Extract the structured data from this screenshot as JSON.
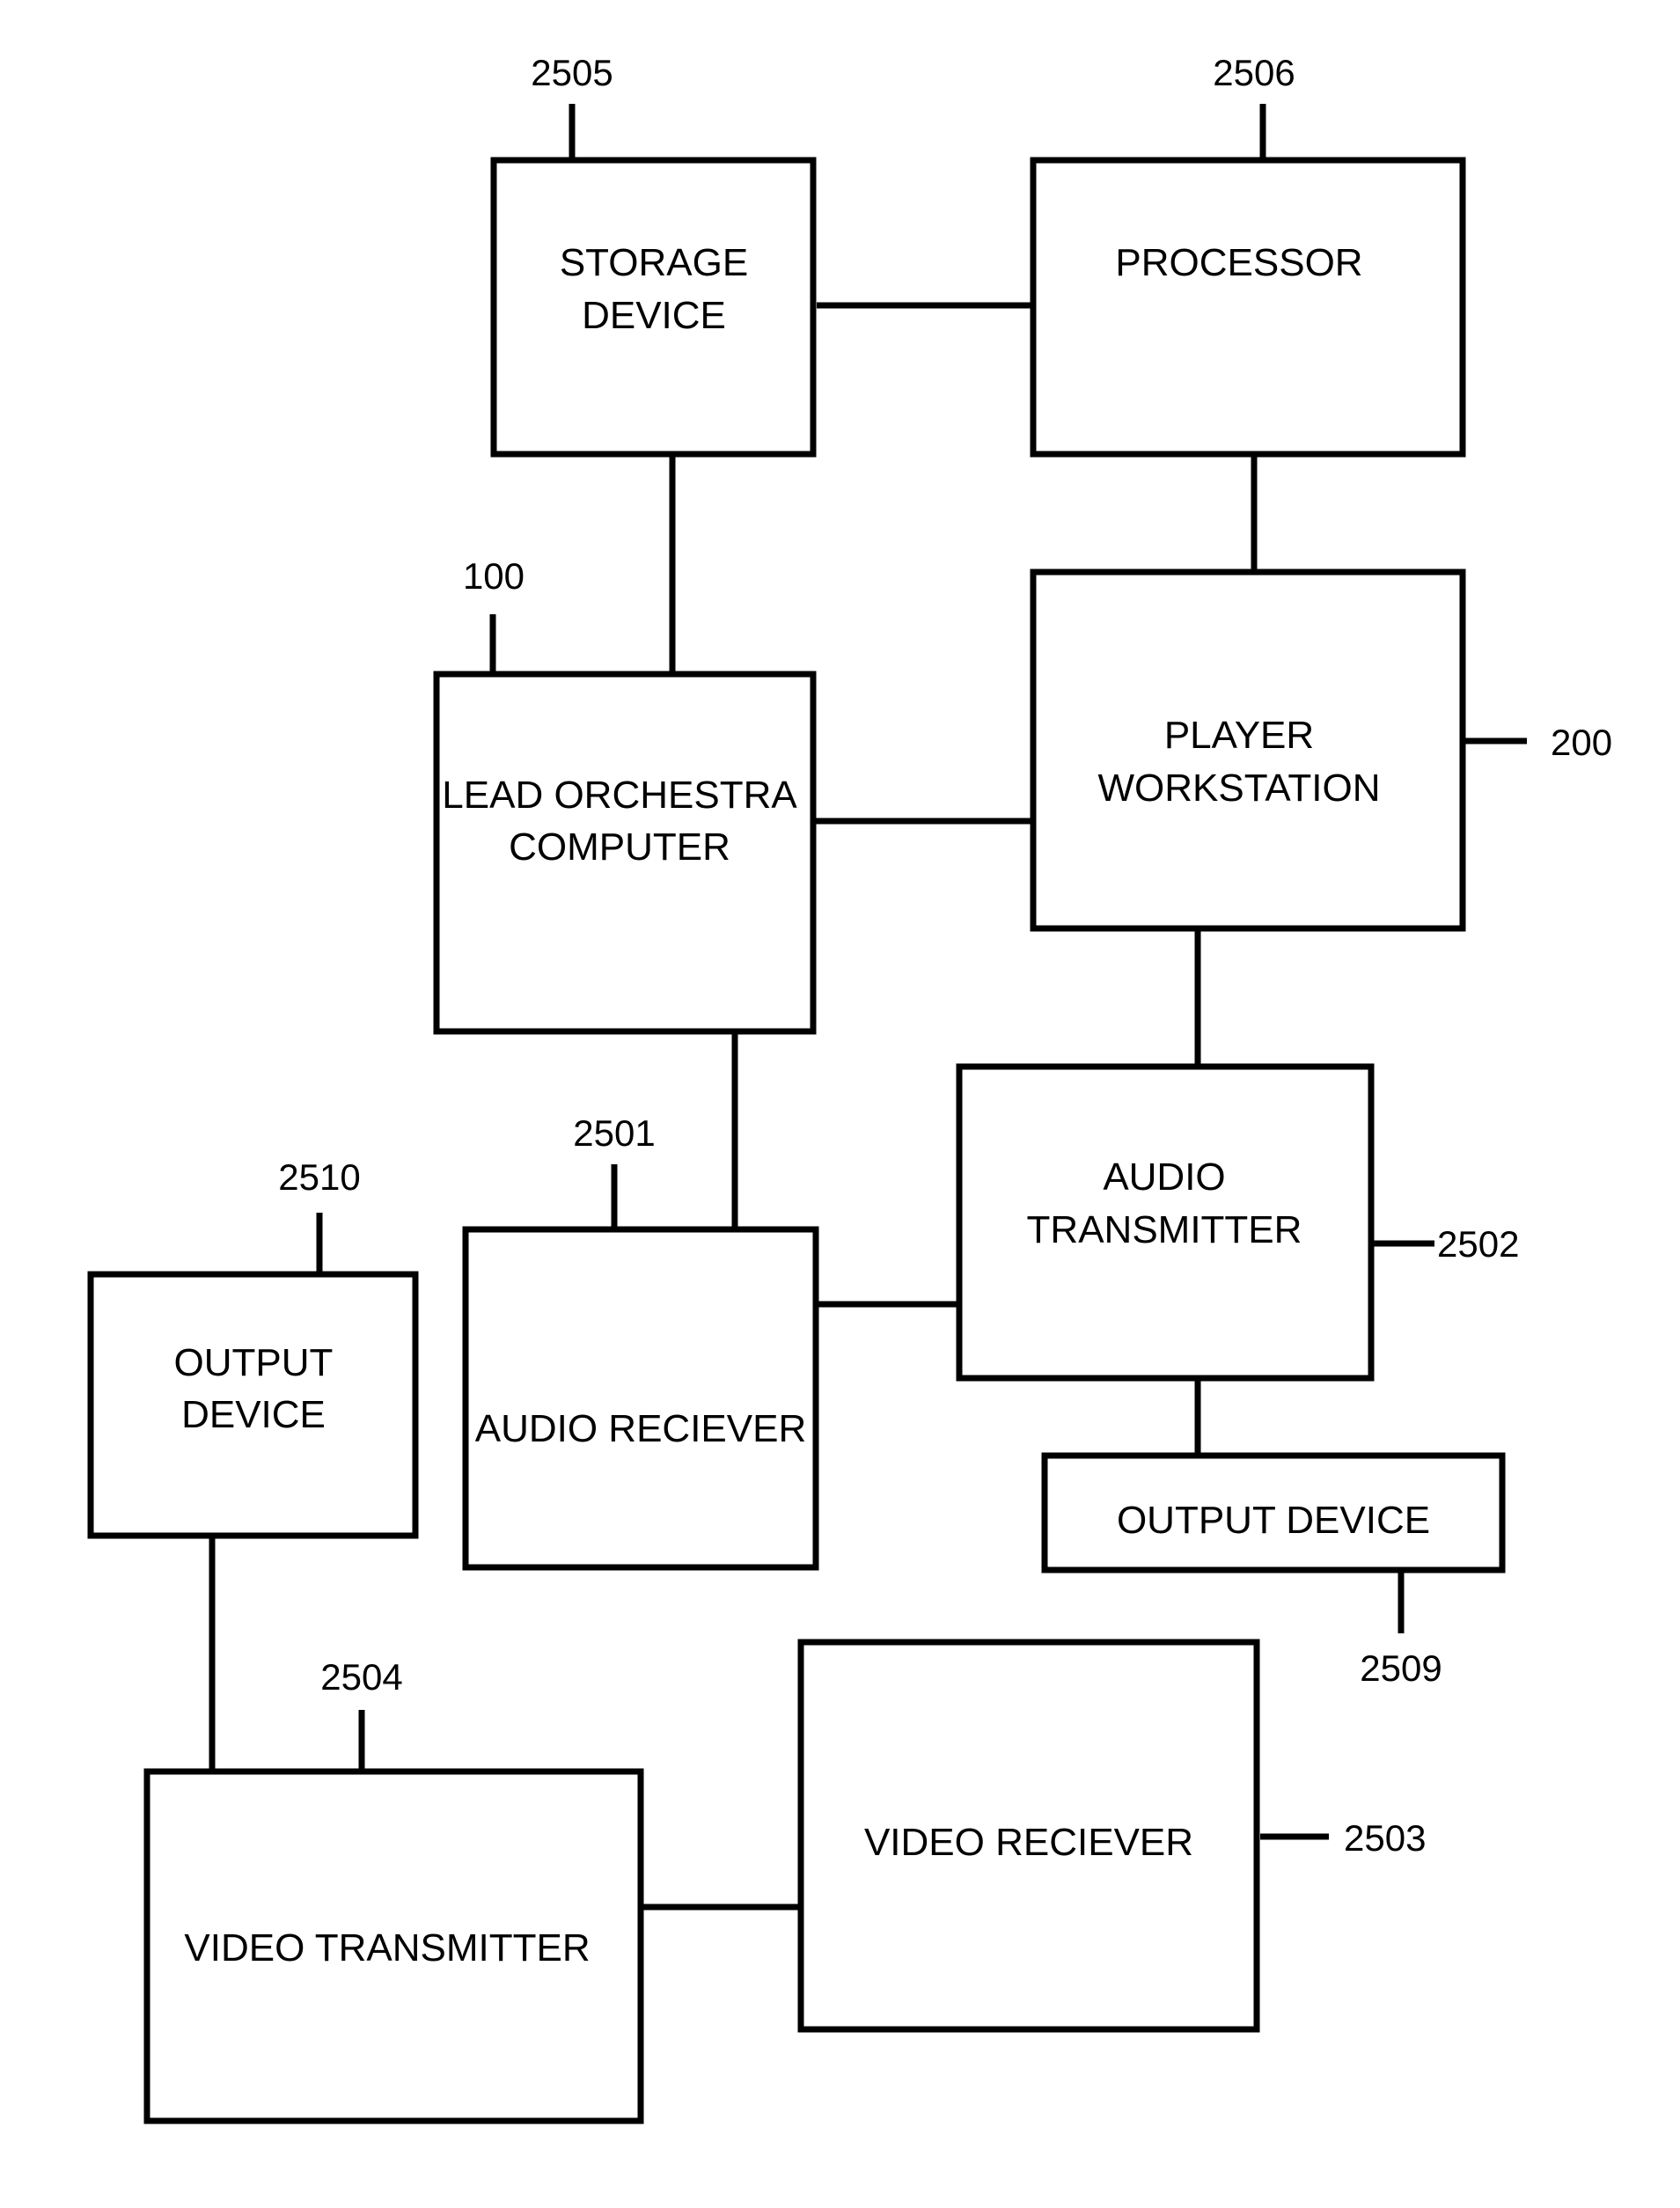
{
  "blocks": {
    "storage_device": {
      "line1": "STORAGE",
      "line2": "DEVICE",
      "ref": "2505"
    },
    "processor": {
      "line1": "PROCESSOR",
      "ref": "2506"
    },
    "lead_orchestra_computer": {
      "line1": "LEAD ORCHESTRA",
      "line2": "COMPUTER",
      "ref": "100"
    },
    "player_workstation": {
      "line1": "PLAYER",
      "line2": "WORKSTATION",
      "ref": "200"
    },
    "audio_transmitter": {
      "line1": "AUDIO",
      "line2": "TRANSMITTER",
      "ref": "2502"
    },
    "audio_receiver": {
      "line1": "AUDIO RECIEVER",
      "ref": "2501"
    },
    "output_device_left": {
      "line1": "OUTPUT",
      "line2": "DEVICE",
      "ref": "2510"
    },
    "output_device_right": {
      "line1": "OUTPUT DEVICE",
      "ref": "2509"
    },
    "video_transmitter": {
      "line1": "VIDEO TRANSMITTER",
      "ref": "2504"
    },
    "video_receiver": {
      "line1": "VIDEO RECIEVER",
      "ref": "2503"
    }
  },
  "connections": [
    [
      "storage_device",
      "processor"
    ],
    [
      "storage_device",
      "lead_orchestra_computer"
    ],
    [
      "processor",
      "player_workstation"
    ],
    [
      "lead_orchestra_computer",
      "player_workstation"
    ],
    [
      "lead_orchestra_computer",
      "audio_receiver"
    ],
    [
      "player_workstation",
      "audio_transmitter"
    ],
    [
      "audio_receiver",
      "audio_transmitter"
    ],
    [
      "audio_transmitter",
      "output_device_right"
    ],
    [
      "output_device_left",
      "video_transmitter"
    ],
    [
      "video_transmitter",
      "video_receiver"
    ]
  ]
}
